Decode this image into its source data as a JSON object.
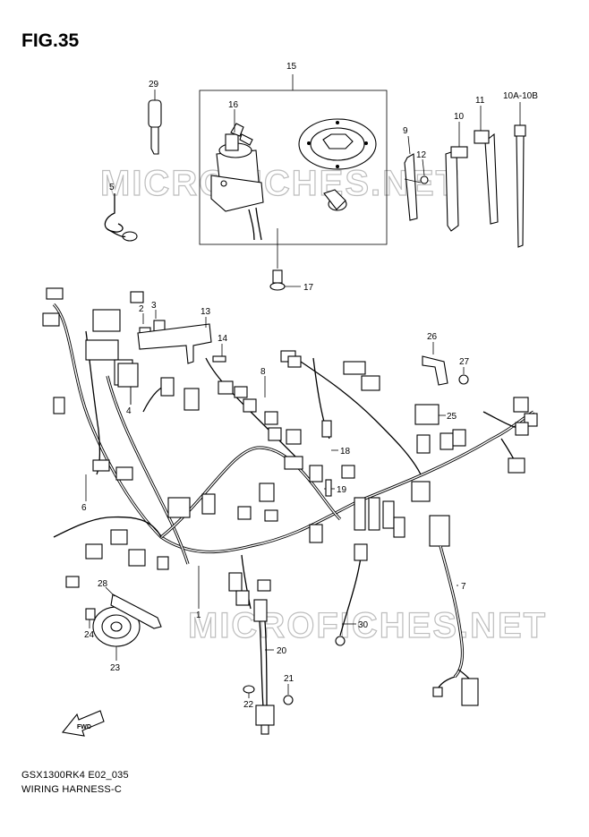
{
  "figure": {
    "title": "FIG.35",
    "model_code": "GSX1300RK4 E02_035",
    "section_name": "WIRING HARNESS-C"
  },
  "watermark": {
    "text": "MICROFICHES.NET"
  },
  "callouts": [
    {
      "id": "15",
      "label": "15"
    },
    {
      "id": "16",
      "label": "16"
    },
    {
      "id": "17",
      "label": "17"
    },
    {
      "id": "29",
      "label": "29"
    },
    {
      "id": "5",
      "label": "5"
    },
    {
      "id": "9",
      "label": "9"
    },
    {
      "id": "12",
      "label": "12"
    },
    {
      "id": "10",
      "label": "10"
    },
    {
      "id": "11",
      "label": "11"
    },
    {
      "id": "10A-10B",
      "label": "10A-10B"
    },
    {
      "id": "13",
      "label": "13"
    },
    {
      "id": "14",
      "label": "14"
    },
    {
      "id": "2",
      "label": "2"
    },
    {
      "id": "3",
      "label": "3"
    },
    {
      "id": "4",
      "label": "4"
    },
    {
      "id": "6",
      "label": "6"
    },
    {
      "id": "8",
      "label": "8"
    },
    {
      "id": "26",
      "label": "26"
    },
    {
      "id": "27",
      "label": "27"
    },
    {
      "id": "25",
      "label": "25"
    },
    {
      "id": "18",
      "label": "18"
    },
    {
      "id": "19",
      "label": "19"
    },
    {
      "id": "7",
      "label": "7"
    },
    {
      "id": "28",
      "label": "28"
    },
    {
      "id": "1",
      "label": "1"
    },
    {
      "id": "24",
      "label": "24"
    },
    {
      "id": "23",
      "label": "23"
    },
    {
      "id": "20",
      "label": "20"
    },
    {
      "id": "30",
      "label": "30"
    },
    {
      "id": "21",
      "label": "21"
    },
    {
      "id": "22",
      "label": "22"
    }
  ],
  "direction_marker": {
    "label": "FWD",
    "icon": "forward-arrow-icon"
  }
}
